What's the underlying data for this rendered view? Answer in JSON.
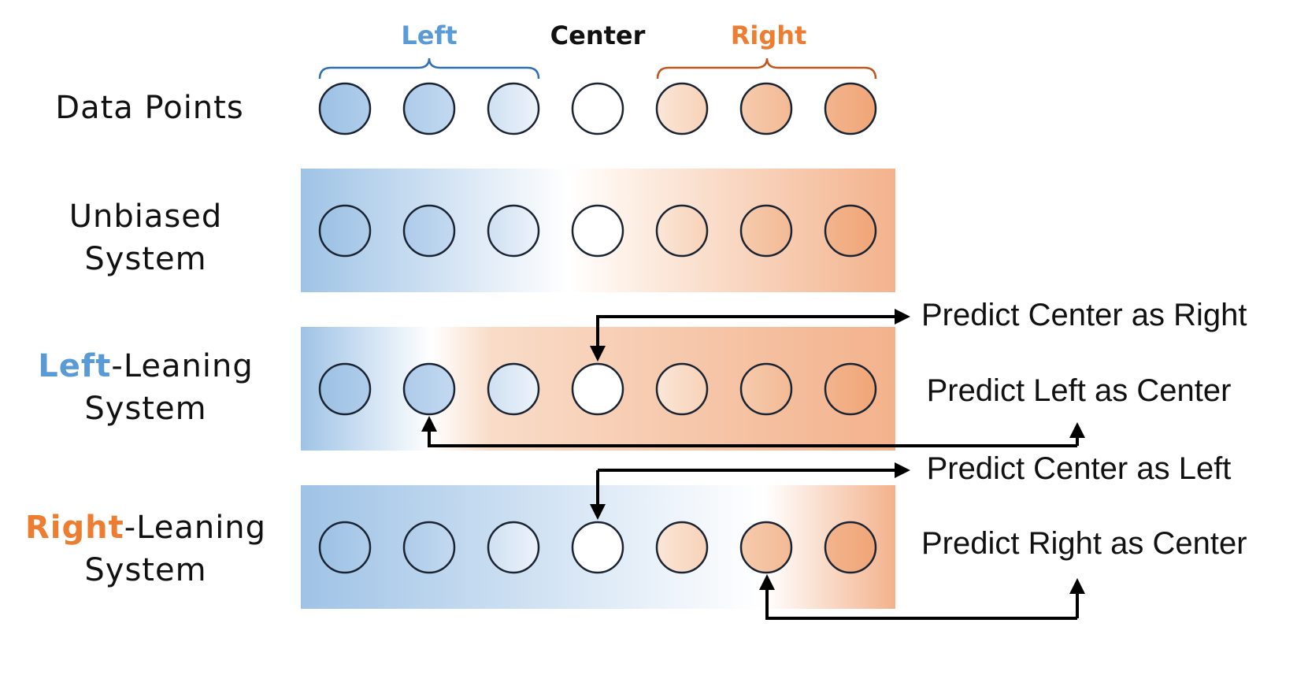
{
  "groups": {
    "left": "Left",
    "center": "Center",
    "right": "Right"
  },
  "rows": {
    "data_points": "Data Points",
    "unbiased": {
      "line1": "Unbiased",
      "line2": "System"
    },
    "left_leaning": {
      "highlight": "Left",
      "rest": "-Leaning",
      "line2": "System"
    },
    "right_leaning": {
      "highlight": "Right",
      "rest": "-Leaning",
      "line2": "System"
    }
  },
  "annotations": {
    "left_center_as_right": "Predict Center as Right",
    "left_left_as_center": "Predict Left as Center",
    "right_center_as_left": "Predict Center as Left",
    "right_right_as_center": "Predict Right as Center"
  },
  "colors": {
    "left_blue": "#5b9bd5",
    "right_orange": "#ed7d31",
    "dot_fills": [
      "#a6c8e8",
      "#b9d3ee",
      "#dde9f6",
      "#ffffff",
      "#f9dcc8",
      "#f5c3a0",
      "#f2ad82"
    ],
    "band_blue": "#9fc3e6",
    "band_orange": "#f3b28c",
    "outline": "#1a2332"
  }
}
